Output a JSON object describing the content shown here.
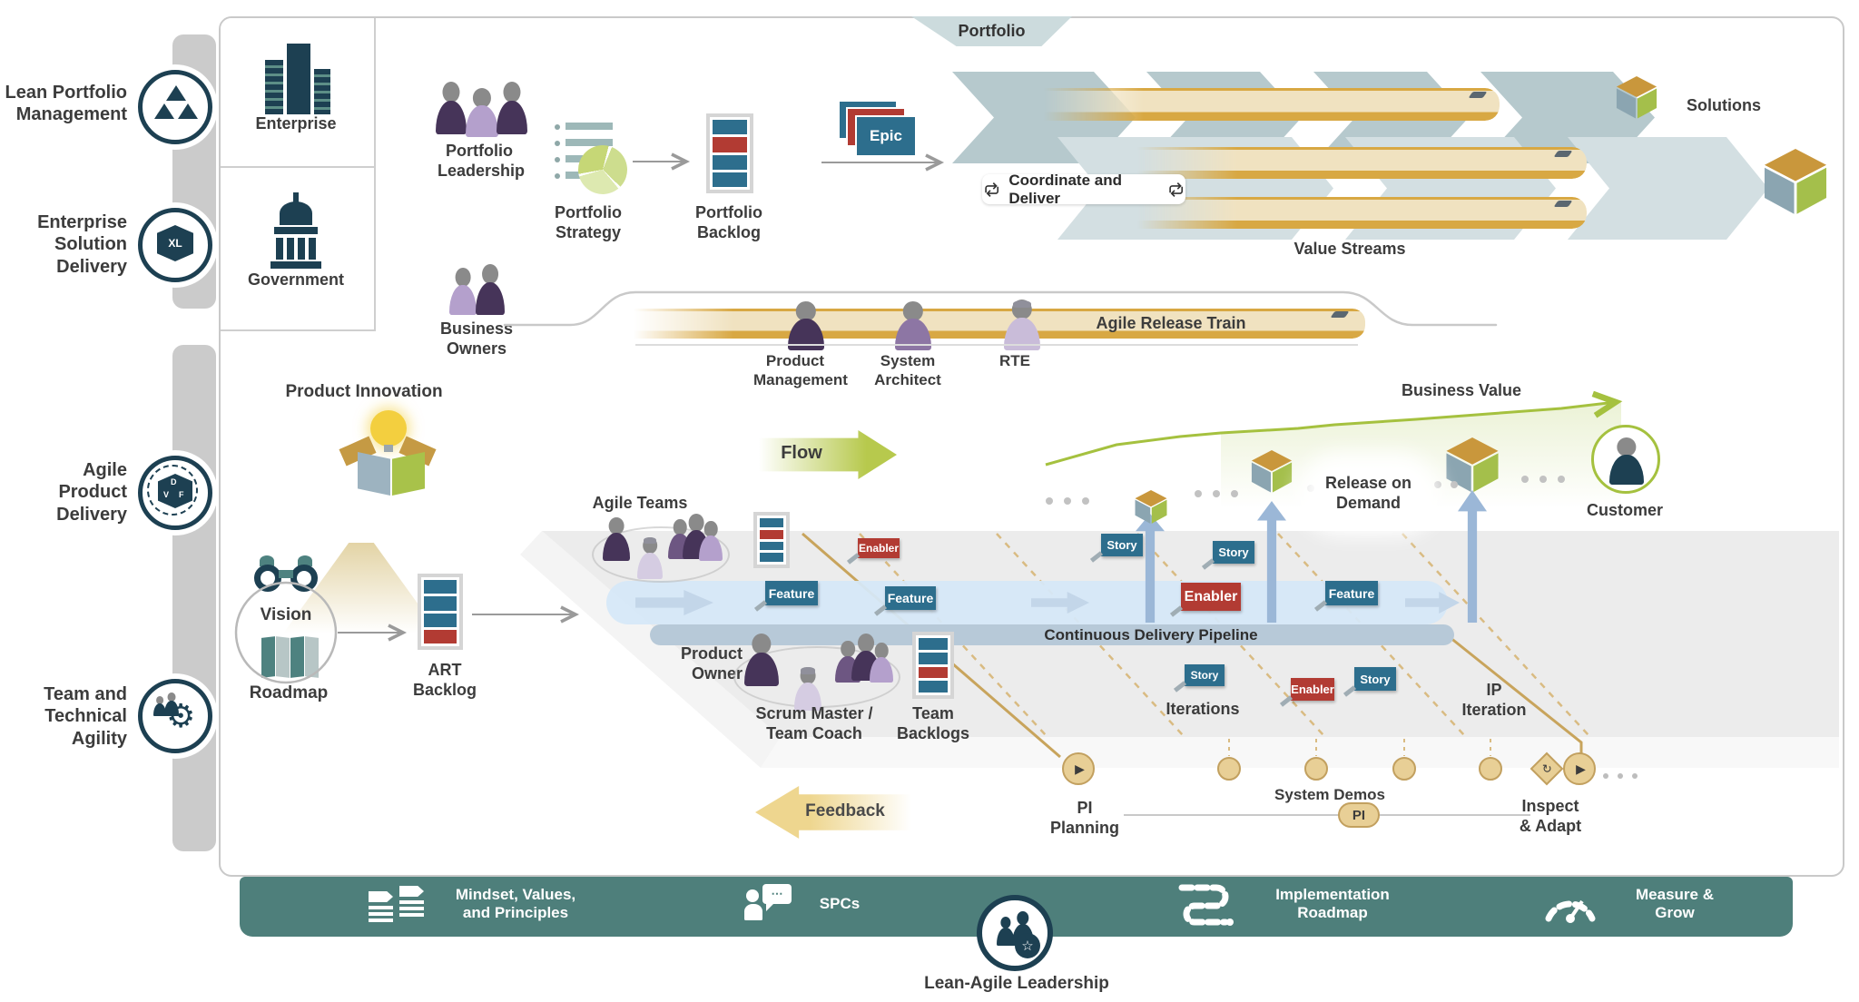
{
  "diagram": {
    "sidebar": {
      "lpm": "Lean Portfolio\nManagement",
      "esd": "Enterprise\nSolution\nDelivery",
      "apd": "Agile\nProduct\nDelivery",
      "tta": "Team and\nTechnical\nAgility"
    },
    "portfolio": {
      "tab": "Portfolio",
      "enterprise": "Enterprise",
      "government": "Government",
      "leadership": "Portfolio\nLeadership",
      "strategy": "Portfolio\nStrategy",
      "backlog": "Portfolio\nBacklog",
      "epic": "Epic",
      "coordinate_and_deliver": "Coordinate and Deliver",
      "value_streams": "Value Streams",
      "solutions": "Solutions",
      "business_owners": "Business\nOwners",
      "agile_release_train": "Agile Release Train",
      "product_management": "Product\nManagement",
      "system_architect": "System\nArchitect",
      "rte": "RTE"
    },
    "essential": {
      "product_innovation": "Product Innovation",
      "vision": "Vision",
      "roadmap": "Roadmap",
      "art_backlog": "ART\nBacklog",
      "agile_teams": "Agile Teams",
      "flow": "Flow",
      "feature": "Feature",
      "enabler": "Enabler",
      "story": "Story",
      "cdp": "Continuous Delivery Pipeline",
      "release_on_demand": "Release on\nDemand",
      "business_value": "Business Value",
      "customer": "Customer",
      "product_owner": "Product\nOwner",
      "scrum_master": "Scrum Master /\nTeam Coach",
      "team_backlogs": "Team\nBacklogs",
      "iterations": "Iterations",
      "ip_iteration": "IP\nIteration",
      "pi_planning": "PI\nPlanning",
      "system_demos": "System Demos",
      "pi": "PI",
      "inspect_adapt": "Inspect\n& Adapt",
      "feedback": "Feedback"
    },
    "foundation": {
      "mindset": "Mindset, Values,\nand Principles",
      "spcs": "SPCs",
      "lean_agile_leadership": "Lean-Agile Leadership",
      "implementation_roadmap": "Implementation\nRoadmap",
      "measure_grow": "Measure &\nGrow"
    },
    "colors": {
      "navy": "#1d4052",
      "teal_bar": "#4e7f7b",
      "chip_blue": "#2d6e8d",
      "chip_red": "#b23b33",
      "gold": "#d8a843",
      "green": "#a5c13f",
      "chevron": "#b6c9cd",
      "purple_dark": "#463459",
      "purple_light": "#b4a0cc"
    }
  }
}
